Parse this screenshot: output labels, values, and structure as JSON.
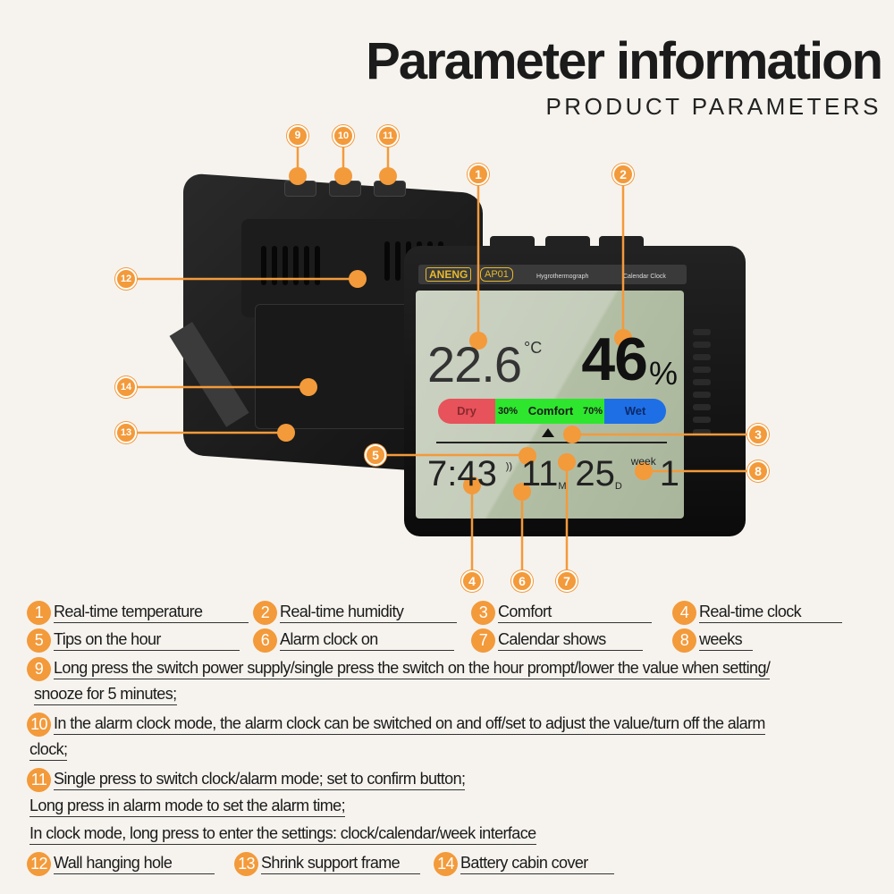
{
  "header": {
    "title": "Parameter information",
    "subtitle": "PRODUCT PARAMETERS"
  },
  "device": {
    "brand": "ANENG",
    "model": "AP01",
    "label_hygro": "Hygrothermograph",
    "label_calendar": "Calendar Clock",
    "temperature": "22.6",
    "temp_unit": "°C",
    "humidity": "46",
    "humidity_unit": "%",
    "comfort_bar": {
      "dry": "Dry",
      "low": "30%",
      "comfort": "Comfort",
      "high": "70%",
      "wet": "Wet"
    },
    "time": "7:43",
    "month": "11",
    "month_unit": "M",
    "day": "25",
    "day_unit": "D",
    "week_label": "week",
    "week": "1",
    "colors": {
      "dry": "#e8525a",
      "comfort": "#2ee62e",
      "wet": "#1e6fe6",
      "accent": "#f39a3b"
    }
  },
  "callouts": [
    "1",
    "2",
    "3",
    "4",
    "5",
    "6",
    "7",
    "8",
    "9",
    "10",
    "11",
    "12",
    "13",
    "14"
  ],
  "legend": [
    {
      "num": "1",
      "text": "Real-time temperature"
    },
    {
      "num": "2",
      "text": "Real-time humidity"
    },
    {
      "num": "3",
      "text": "Comfort"
    },
    {
      "num": "4",
      "text": "Real-time clock"
    },
    {
      "num": "5",
      "text": "Tips on the hour"
    },
    {
      "num": "6",
      "text": "Alarm clock on"
    },
    {
      "num": "7",
      "text": "Calendar shows"
    },
    {
      "num": "8",
      "text": "weeks"
    },
    {
      "num": "9",
      "text": "Long press the switch power supply/single press the switch on the hour prompt/lower the value when setting/",
      "cont": "snooze for 5 minutes;"
    },
    {
      "num": "10",
      "text": "In the alarm clock mode, the alarm clock can be switched on and off/set to adjust the value/turn off the alarm",
      "cont": "clock;"
    },
    {
      "num": "11",
      "text": "Single press to switch clock/alarm mode; set to confirm button;",
      "cont": "Long press in alarm mode to set the alarm time;",
      "cont2": "In clock mode, long press to enter the settings: clock/calendar/week interface"
    },
    {
      "num": "12",
      "text": "Wall hanging hole"
    },
    {
      "num": "13",
      "text": "Shrink support frame"
    },
    {
      "num": "14",
      "text": "Battery cabin cover"
    }
  ]
}
